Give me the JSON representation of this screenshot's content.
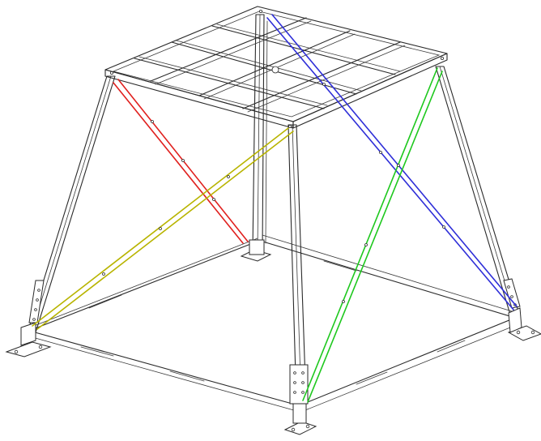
{
  "drawing": {
    "subject": "",
    "colors": {
      "background": "#ffffff",
      "frame_stroke": "#2a2a2a",
      "brace_red": "#e0201e",
      "brace_blue": "#2f2fd8",
      "brace_green": "#1ec81e",
      "brace_yellow": "#b8b400"
    },
    "braces": [
      {
        "id": "brace-red",
        "color_key": "brace_red"
      },
      {
        "id": "brace-blue",
        "color_key": "brace_blue"
      },
      {
        "id": "brace-green",
        "color_key": "brace_green"
      },
      {
        "id": "brace-yellow",
        "color_key": "brace_yellow"
      }
    ]
  }
}
